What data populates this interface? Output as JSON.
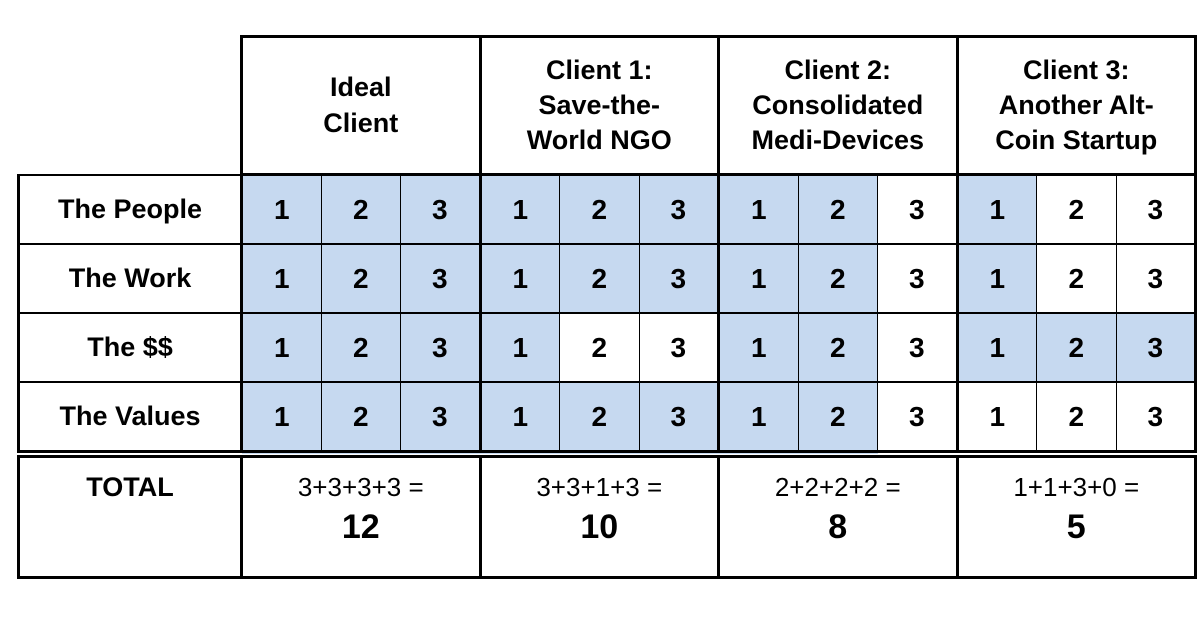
{
  "table": {
    "corner": "",
    "score_options": [
      "1",
      "2",
      "3"
    ],
    "columns": [
      {
        "title": "Ideal\nClient"
      },
      {
        "title": "Client 1:\nSave-the-\nWorld NGO"
      },
      {
        "title": "Client 2:\nConsolidated\nMedi-Devices"
      },
      {
        "title": "Client 3:\nAnother Alt-\nCoin Startup"
      }
    ],
    "rows": [
      {
        "label": "The People",
        "scores": [
          3,
          3,
          2,
          1
        ]
      },
      {
        "label": "The Work",
        "scores": [
          3,
          3,
          2,
          1
        ]
      },
      {
        "label": "The $$",
        "scores": [
          3,
          1,
          2,
          3
        ]
      },
      {
        "label": "The Values",
        "scores": [
          3,
          3,
          2,
          0
        ]
      }
    ],
    "total_row": {
      "label": "TOTAL",
      "cells": [
        {
          "formula": "3+3+3+3 =",
          "value": "12"
        },
        {
          "formula": "3+3+1+3 =",
          "value": "10"
        },
        {
          "formula": "2+2+2+2 =",
          "value": "8"
        },
        {
          "formula": "1+1+3+0 =",
          "value": "5"
        }
      ]
    }
  },
  "colors": {
    "highlight": "#c6d9f0",
    "border": "#000000",
    "text": "#000000",
    "background": "#ffffff"
  }
}
